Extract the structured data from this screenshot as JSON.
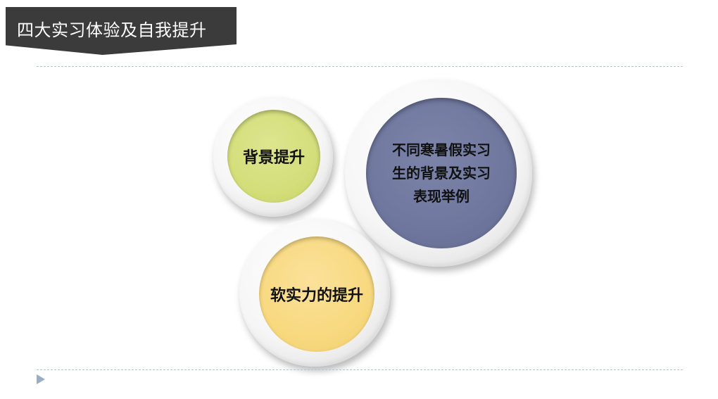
{
  "slide": {
    "title": "四大实习体验及自我提升"
  },
  "circles": {
    "background_upgrade": "背景提升",
    "examples": "不同寒暑假实习生的背景及实习表现举例",
    "soft_skills": "软实力的提升"
  },
  "colors": {
    "title_banner": "#3b3b3b",
    "circle_green": "#d4de7a",
    "circle_blue": "#6f779e",
    "circle_yellow": "#f8d97f",
    "divider": "#b4c4d0"
  },
  "icons": {
    "bottom_marker": "play-triangle-icon"
  }
}
